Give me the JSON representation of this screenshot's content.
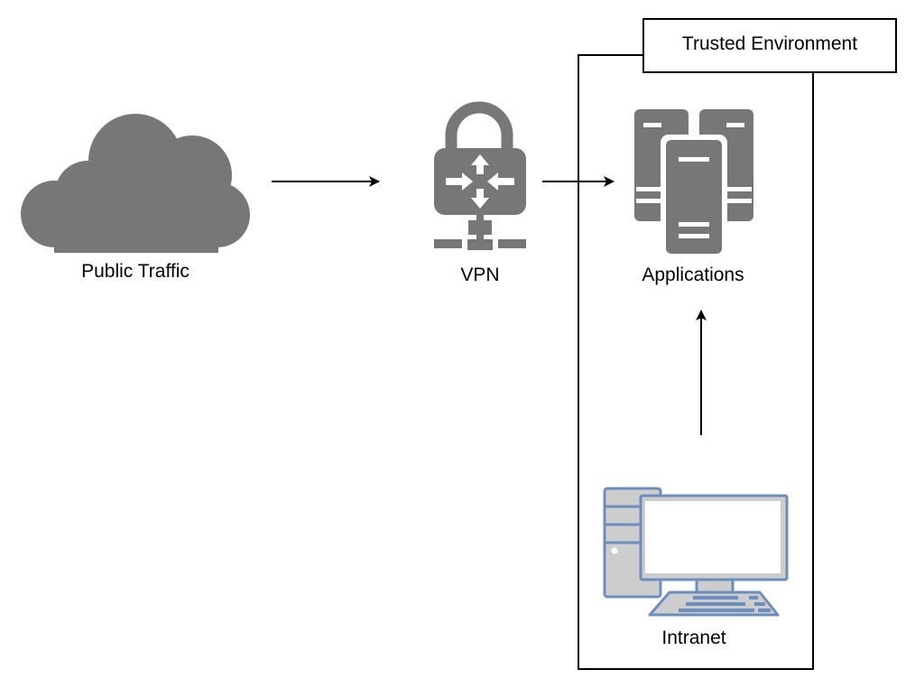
{
  "diagram": {
    "trusted_environment": {
      "label": "Trusted Environment"
    },
    "nodes": {
      "public_traffic": {
        "label": "Public Traffic",
        "icon": "cloud-icon"
      },
      "vpn": {
        "label": "VPN",
        "icon": "vpn-lock-icon"
      },
      "applications": {
        "label": "Applications",
        "icon": "servers-icon"
      },
      "intranet": {
        "label": "Intranet",
        "icon": "desktop-computer-icon"
      }
    },
    "edges": [
      {
        "from": "Public Traffic",
        "to": "VPN"
      },
      {
        "from": "VPN",
        "to": "Applications"
      },
      {
        "from": "Intranet",
        "to": "Applications"
      }
    ],
    "colors": {
      "icon_gray": "#777777",
      "computer_fill": "#cdcdcd",
      "computer_stroke": "#6c8ebf",
      "line": "#000000"
    }
  }
}
